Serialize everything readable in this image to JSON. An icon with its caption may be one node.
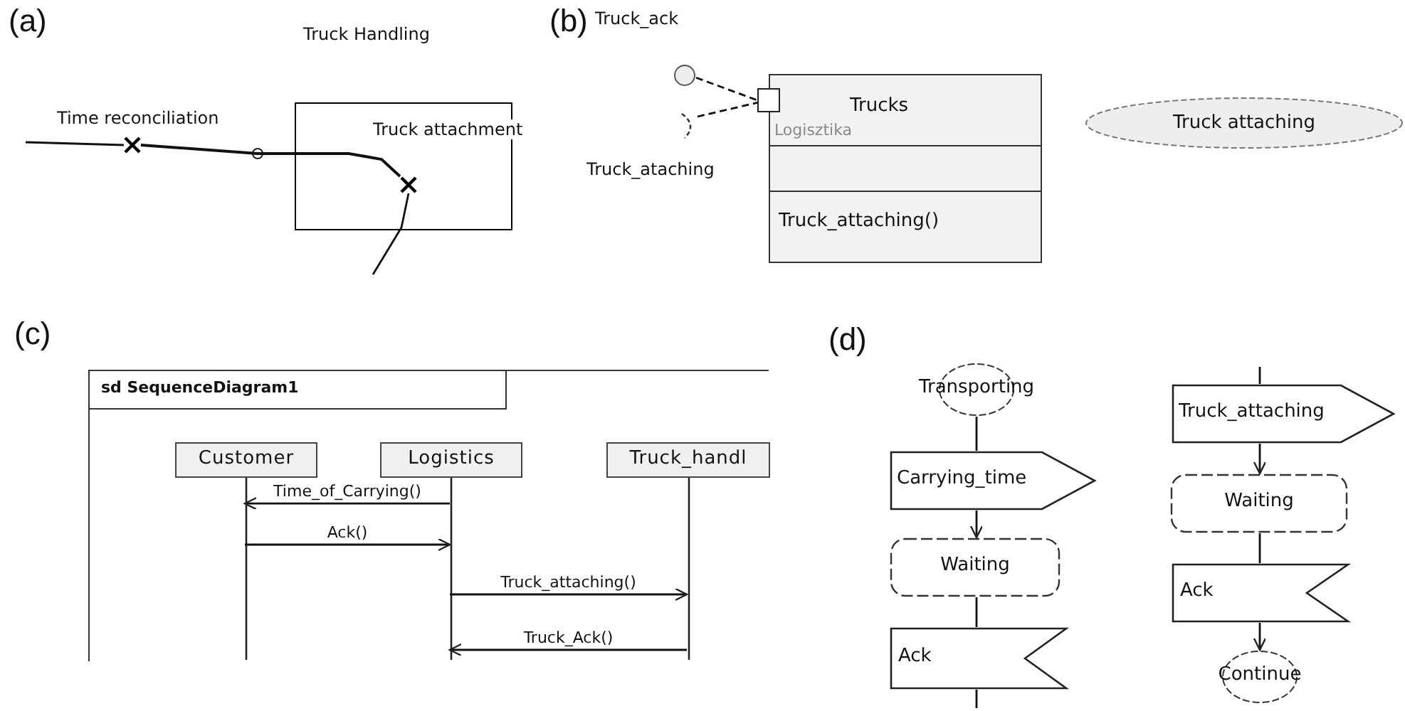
{
  "diagram": {
    "nodes": [
      {
        "text": [
          "Truck Handling"
        ]
      },
      {
        "text": [],
        "shape": "cross",
        "beside": [
          "Time reconciliation"
        ]
      },
      {
        "text": [],
        "shape": "cross",
        "beside": [
          "Truck attachment"
        ],
        "in": 0
      },
      {
        "text": [
          "Trucks",
          "Logisztika",
          "Truck_attaching()"
        ]
      },
      {
        "text": [],
        "shape": "box"
      },
      {
        "text": [],
        "shape": "circle",
        "beside": [
          "Truck_ack"
        ]
      },
      {
        "text": [],
        "shape": "arc",
        "beside": [
          "Truck_ataching"
        ]
      },
      {
        "text": [
          "Truck attaching"
        ]
      },
      {
        "text": [
          "sd SequenceDiagram1"
        ]
      },
      {
        "text": [
          "Customer"
        ],
        "in": 8
      },
      {
        "text": [
          "Logistics"
        ],
        "in": 8
      },
      {
        "text": [
          "Truck_handl"
        ],
        "in": 8
      },
      {
        "text": [
          "Transporting"
        ]
      },
      {
        "text": [
          "Carrying_time"
        ]
      },
      {
        "text": [
          "Waiting"
        ]
      },
      {
        "text": [
          "Ack"
        ]
      },
      {
        "text": [
          "Truck_attaching"
        ]
      },
      {
        "text": [
          "Waiting"
        ]
      },
      {
        "text": [
          "Ack"
        ]
      },
      {
        "text": [
          "Continue"
        ]
      }
    ],
    "edges": [
      {
        "from": null,
        "to": 1,
        "arrow": "none"
      },
      {
        "from": 1,
        "to": 2,
        "arrow": "none"
      },
      {
        "from": 2,
        "to": null,
        "arrow": "none"
      },
      {
        "from": 5,
        "to": 4,
        "arrow": "none",
        "style": "dashed"
      },
      {
        "from": 6,
        "to": 4,
        "arrow": "none",
        "style": "dashed"
      },
      {
        "from": 10,
        "to": 9,
        "arrow": "to",
        "label": "Time_of_Carrying()"
      },
      {
        "from": 9,
        "to": 10,
        "arrow": "to",
        "label": "Ack()"
      },
      {
        "from": 10,
        "to": 11,
        "arrow": "to",
        "label": "Truck_attaching()"
      },
      {
        "from": 11,
        "to": 10,
        "arrow": "to",
        "label": "Truck_Ack()"
      },
      {
        "from": 12,
        "to": 13,
        "arrow": "none"
      },
      {
        "from": 13,
        "to": 14,
        "arrow": "to"
      },
      {
        "from": 14,
        "to": 15,
        "arrow": "none"
      },
      {
        "from": 15,
        "to": null,
        "arrow": "none"
      },
      {
        "from": null,
        "to": 16,
        "arrow": "none"
      },
      {
        "from": 16,
        "to": 17,
        "arrow": "to"
      },
      {
        "from": 17,
        "to": 18,
        "arrow": "none"
      },
      {
        "from": 18,
        "to": 19,
        "arrow": "to"
      }
    ],
    "labels": [
      "(a)",
      "(b)",
      "(c)",
      "(d)"
    ]
  }
}
